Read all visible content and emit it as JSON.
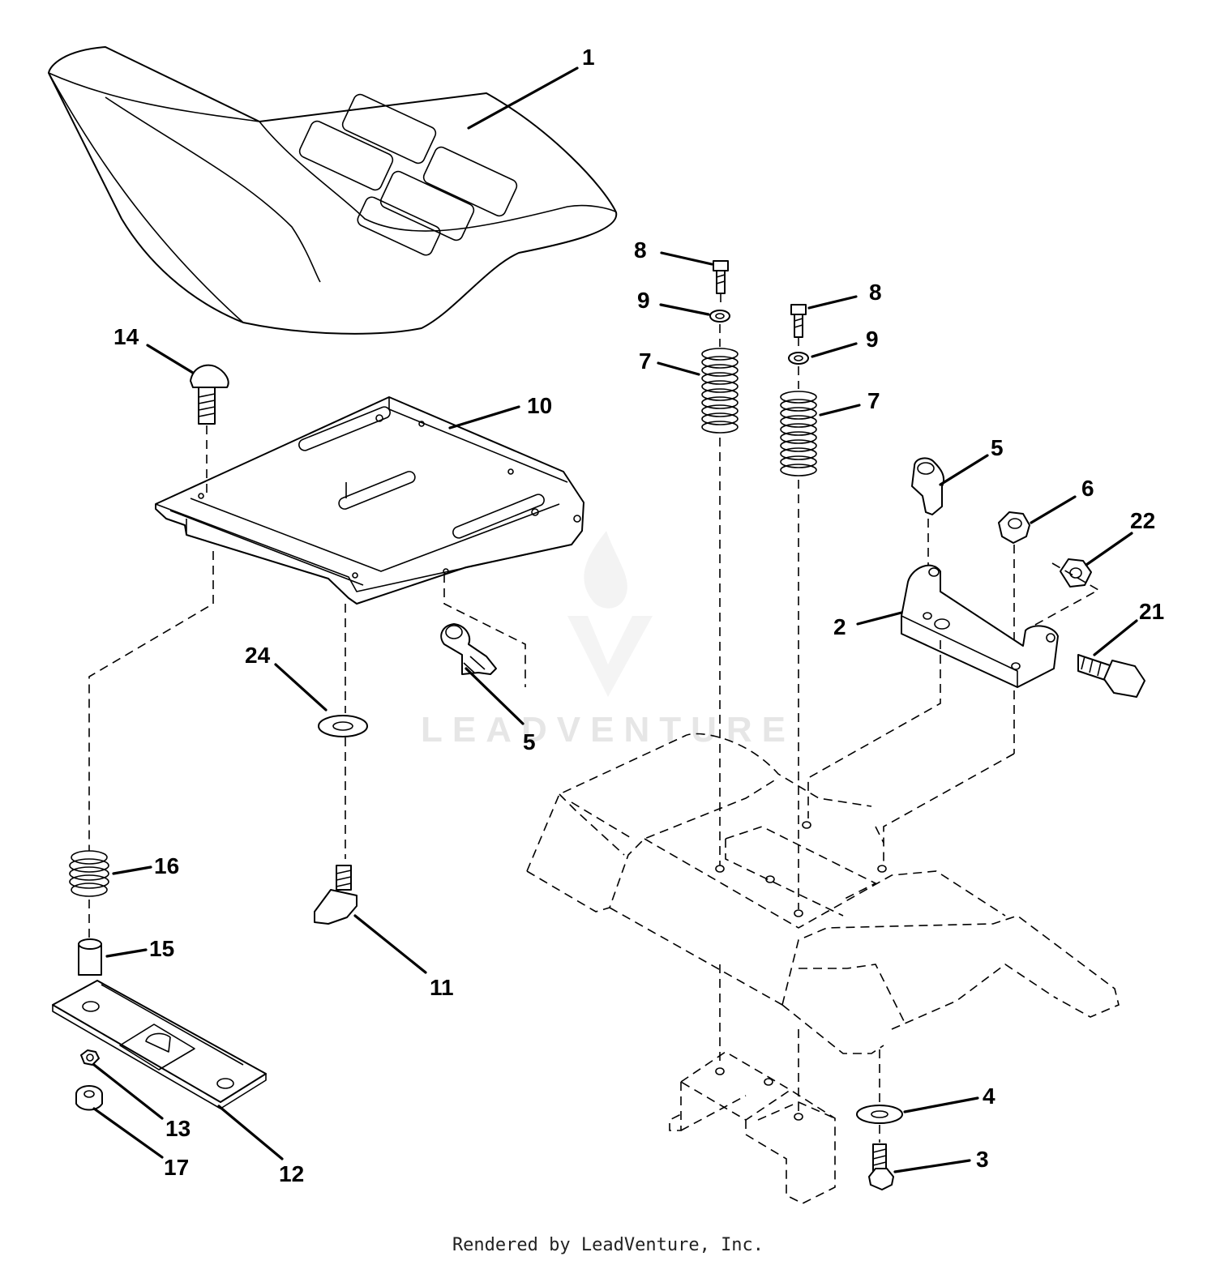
{
  "watermark": {
    "text": "LEADVENTURE"
  },
  "footer": {
    "text": "Rendered by LeadVenture, Inc."
  },
  "callouts": {
    "seat": "1",
    "bracket": "2",
    "screw_bottom": "3",
    "washer_bottom": "4",
    "clip_right": "5",
    "clip_left": "5",
    "nut_6": "6",
    "spring_left": "7",
    "spring_right": "7",
    "bolt_left": "8",
    "bolt_right": "8",
    "washer_left": "9",
    "washer_right": "9",
    "pan": "10",
    "knob": "11",
    "slide_plate": "12",
    "nut_13": "13",
    "carriage_bolt": "14",
    "spacer": "15",
    "spring_small": "16",
    "nut_17": "17",
    "bolt_21": "21",
    "nut_22": "22",
    "washer_24": "24"
  }
}
